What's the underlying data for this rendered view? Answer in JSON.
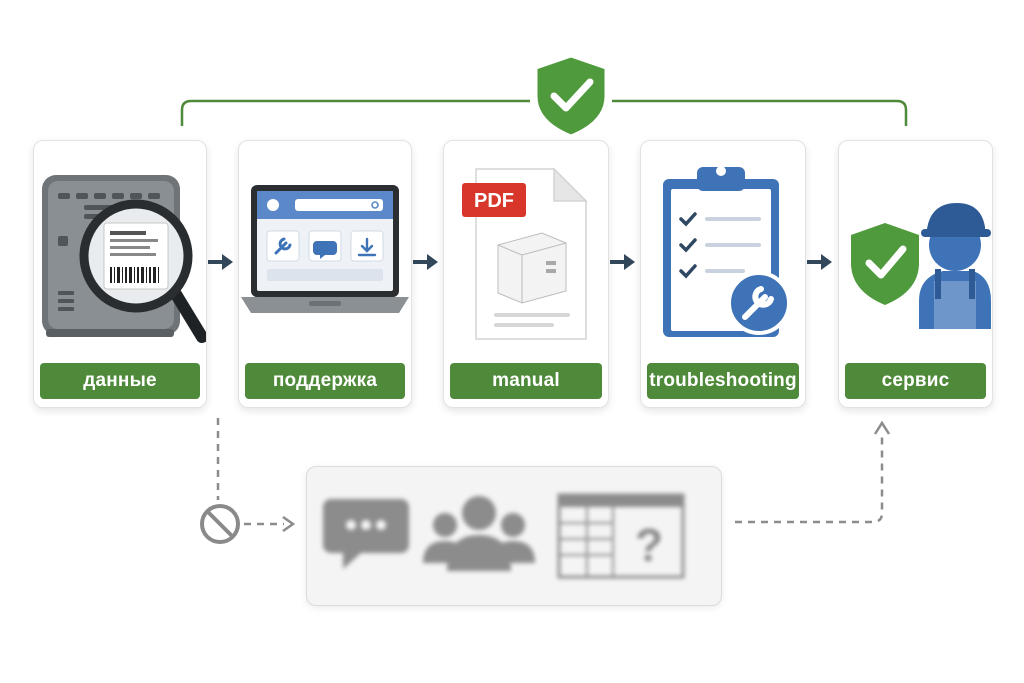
{
  "diagram": {
    "steps": [
      {
        "label": "данные",
        "icon": "device-magnifier-barcode-icon"
      },
      {
        "label": "поддержка",
        "icon": "laptop-support-portal-icon"
      },
      {
        "label": "manual",
        "icon": "pdf-document-icon"
      },
      {
        "label": "troubleshooting",
        "icon": "clipboard-checklist-wrench-icon"
      },
      {
        "label": "сервис",
        "icon": "service-technician-shield-icon"
      }
    ],
    "pdf_badge": "PDF",
    "top_bracket_icon": "shield-check-icon",
    "blocked_path": {
      "blocked_icon": "prohibited-icon",
      "icons": [
        "chat-bubble-icon",
        "group-people-icon",
        "table-question-icon"
      ],
      "question_mark": "?"
    },
    "colors": {
      "label_green": "#4f8a3a",
      "shield_green": "#4f9a3c",
      "arrow_navy": "#33475b",
      "accent_blue": "#3f73b8",
      "pdf_red": "#d9362b",
      "blurred_gray": "#8c8c8c"
    }
  }
}
